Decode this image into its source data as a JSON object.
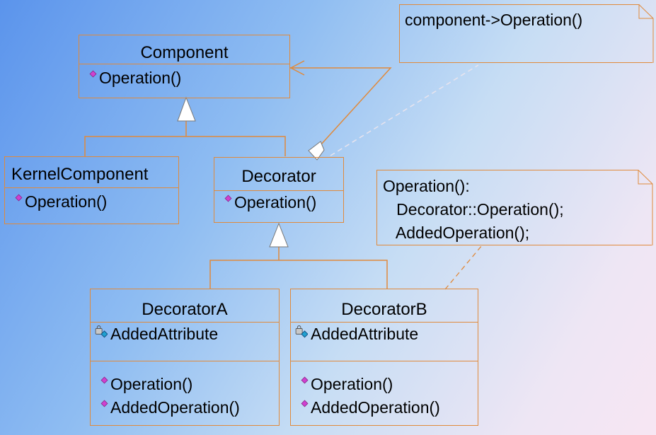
{
  "classes": {
    "component": {
      "name": "Component",
      "operations": [
        "Operation()"
      ]
    },
    "kernel": {
      "name": "KernelComponent",
      "operations": [
        "Operation()"
      ]
    },
    "decorator": {
      "name": "Decorator",
      "operations": [
        "Operation()"
      ]
    },
    "decoratorA": {
      "name": "DecoratorA",
      "attributes": [
        "AddedAttribute"
      ],
      "operations": [
        "Operation()",
        "AddedOperation()"
      ]
    },
    "decoratorB": {
      "name": "DecoratorB",
      "attributes": [
        "AddedAttribute"
      ],
      "operations": [
        "Operation()",
        "AddedOperation()"
      ]
    }
  },
  "notes": {
    "component_note": {
      "lines": [
        "component->Operation()"
      ]
    },
    "operation_note": {
      "lines": [
        "Operation():",
        "   Decorator::Operation();",
        "   AddedOperation();"
      ]
    }
  },
  "colors": {
    "border": "#e08a3c",
    "operation_icon": "#d040d0",
    "attribute_icon": "#20a0d0"
  },
  "icons": {
    "operation": "operation-icon",
    "attribute": "attribute-icon"
  }
}
